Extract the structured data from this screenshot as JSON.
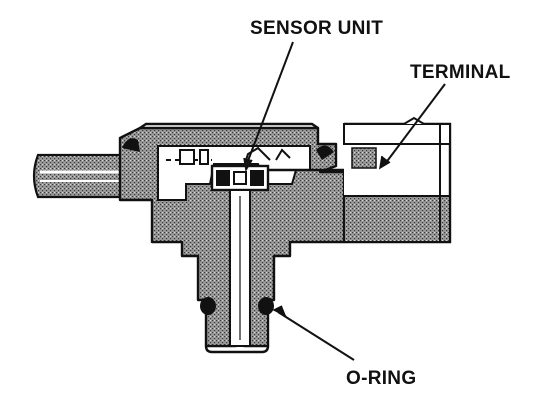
{
  "diagram": {
    "labels": {
      "sensor_unit": "SENSOR UNIT",
      "terminal": "TERMINAL",
      "o_ring": "O-RING"
    },
    "colors": {
      "ink": "#111111",
      "body_shading": "#8a8a8a",
      "paper": "#ffffff"
    }
  }
}
